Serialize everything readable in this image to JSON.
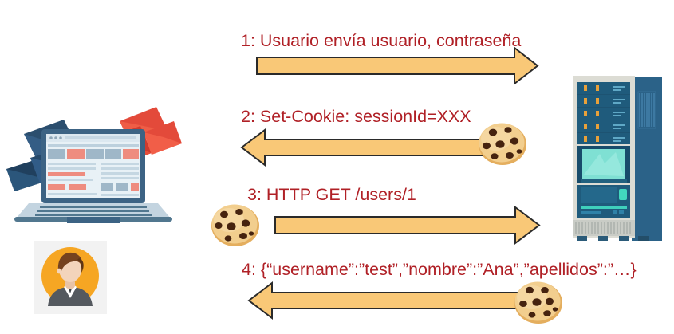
{
  "diagram": {
    "title": "Cookie-based session authentication sequence",
    "accent_color": "#B02026",
    "arrow_fill": "#F9C877",
    "arrow_stroke": "#2A2A2A",
    "background": "#FFFFFF",
    "messages": [
      {
        "number": "1",
        "label": "1: Usuario envía usuario, contraseña",
        "direction": "right",
        "has_cookie": false,
        "cookie_side": ""
      },
      {
        "number": "2",
        "label": "2: Set-Cookie: sessionId=XXX",
        "direction": "left",
        "has_cookie": true,
        "cookie_side": "right"
      },
      {
        "number": "3",
        "label": "3: HTTP GET /users/1",
        "direction": "right",
        "has_cookie": true,
        "cookie_side": "left"
      },
      {
        "number": "4",
        "label": "4: {“username”:”test”,”nombre”:”Ana”,”apellidos”:”…}",
        "direction": "left",
        "has_cookie": true,
        "cookie_side": "right"
      }
    ],
    "actors": {
      "client": {
        "name": "laptop-with-envelopes",
        "icon": "laptop-icon",
        "colors": {
          "screen_frame": "#3C6384",
          "screen_bg": "#E8F1F6",
          "body": "#C3D4E0",
          "keyboard": "#51778F",
          "envelope_dark": "#2B4E6E",
          "envelope_red": "#E34A3A",
          "accent_block": "#EE8C7F",
          "muted_block": "#9FB7C8"
        }
      },
      "user": {
        "name": "user-avatar",
        "icon": "avatar-icon",
        "colors": {
          "tile": "#F2F2F2",
          "circle": "#F6A623",
          "hair": "#75421F",
          "skin": "#F3D4BB",
          "suit": "#54595F",
          "shirt": "#FFFFFF"
        }
      },
      "server": {
        "name": "server-rack",
        "icon": "server-icon",
        "colors": {
          "side_panel": "#2B6288",
          "frame": "#DCDCD4",
          "bay_bg": "#1D5372",
          "bay_line": "#2E6E91",
          "led": "#E8A13A",
          "monitor": "#7FE0D3",
          "monitor_frame": "#184C6B",
          "base": "#C9CCC6"
        }
      }
    },
    "cookie_icon": {
      "name": "cookie-icon",
      "dough": "#E9B463",
      "dough_light": "#F6D79C",
      "chip": "#4A2414"
    }
  }
}
